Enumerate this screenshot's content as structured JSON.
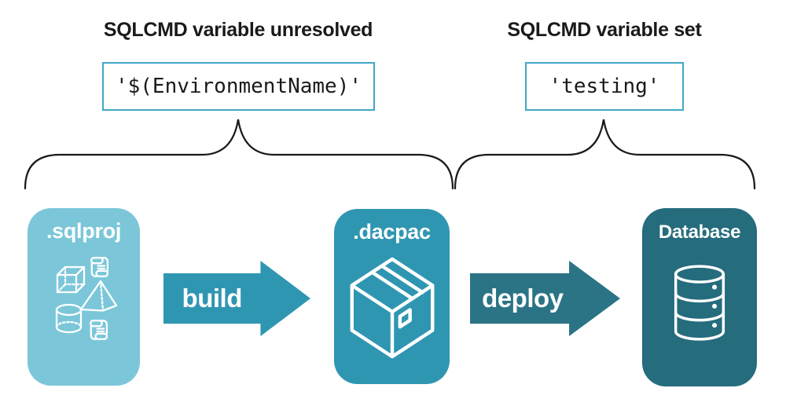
{
  "diagram": {
    "left_group": {
      "heading": "SQLCMD variable unresolved",
      "code": "'$(EnvironmentName)'"
    },
    "right_group": {
      "heading": "SQLCMD variable set",
      "code": "'testing'"
    },
    "nodes": [
      {
        "id": "sqlproj",
        "label": ".sqlproj",
        "fill": "#7bc7d9",
        "icon": "sql-objects-icon"
      },
      {
        "id": "dacpac",
        "label": ".dacpac",
        "fill": "#2f96b2",
        "icon": "package-box-icon"
      },
      {
        "id": "database",
        "label": "Database",
        "fill": "#256c7d",
        "icon": "database-cylinder-icon"
      }
    ],
    "arrows": [
      {
        "id": "build",
        "label": "build",
        "fill": "#2f96b2"
      },
      {
        "id": "deploy",
        "label": "deploy",
        "fill": "#2b7486"
      }
    ],
    "colors": {
      "background": "#ffffff",
      "heading_text": "#1a1a1a",
      "code_text": "#1a1a1a",
      "code_box_border": "#41a8c5",
      "brace": "#1a1a1a",
      "node_text": "#ffffff",
      "icon_stroke": "#ffffff"
    }
  }
}
